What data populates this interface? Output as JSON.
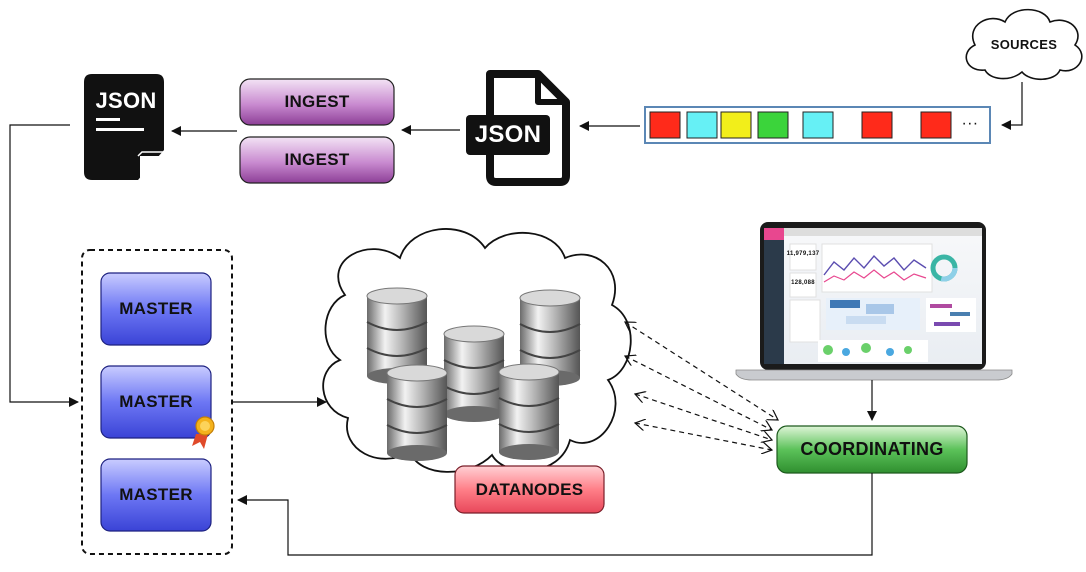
{
  "nodes": {
    "sources": "SOURCES",
    "ingest_top": "INGEST",
    "ingest_bottom": "INGEST",
    "json_output": "JSON",
    "json_input": "JSON",
    "master_1": "MASTER",
    "master_2": "MASTER",
    "master_3": "MASTER",
    "datanodes": "DATANODES",
    "coordinating": "COORDINATING"
  },
  "queue": {
    "block_colors": [
      "#ff2a1a",
      "#66f0f5",
      "#f2ee1a",
      "#3bd43b",
      "#66f0f5",
      "#ff2a1a",
      "#ff2a1a"
    ],
    "ellipsis": "···"
  },
  "dashboard": {
    "metric_1": "11,979,137",
    "metric_2": "128,088"
  },
  "colors": {
    "ingest": "#b070b8",
    "master": "#5c66ee",
    "datanodes": "#ff7a84",
    "coordinating": "#3fa83f"
  }
}
